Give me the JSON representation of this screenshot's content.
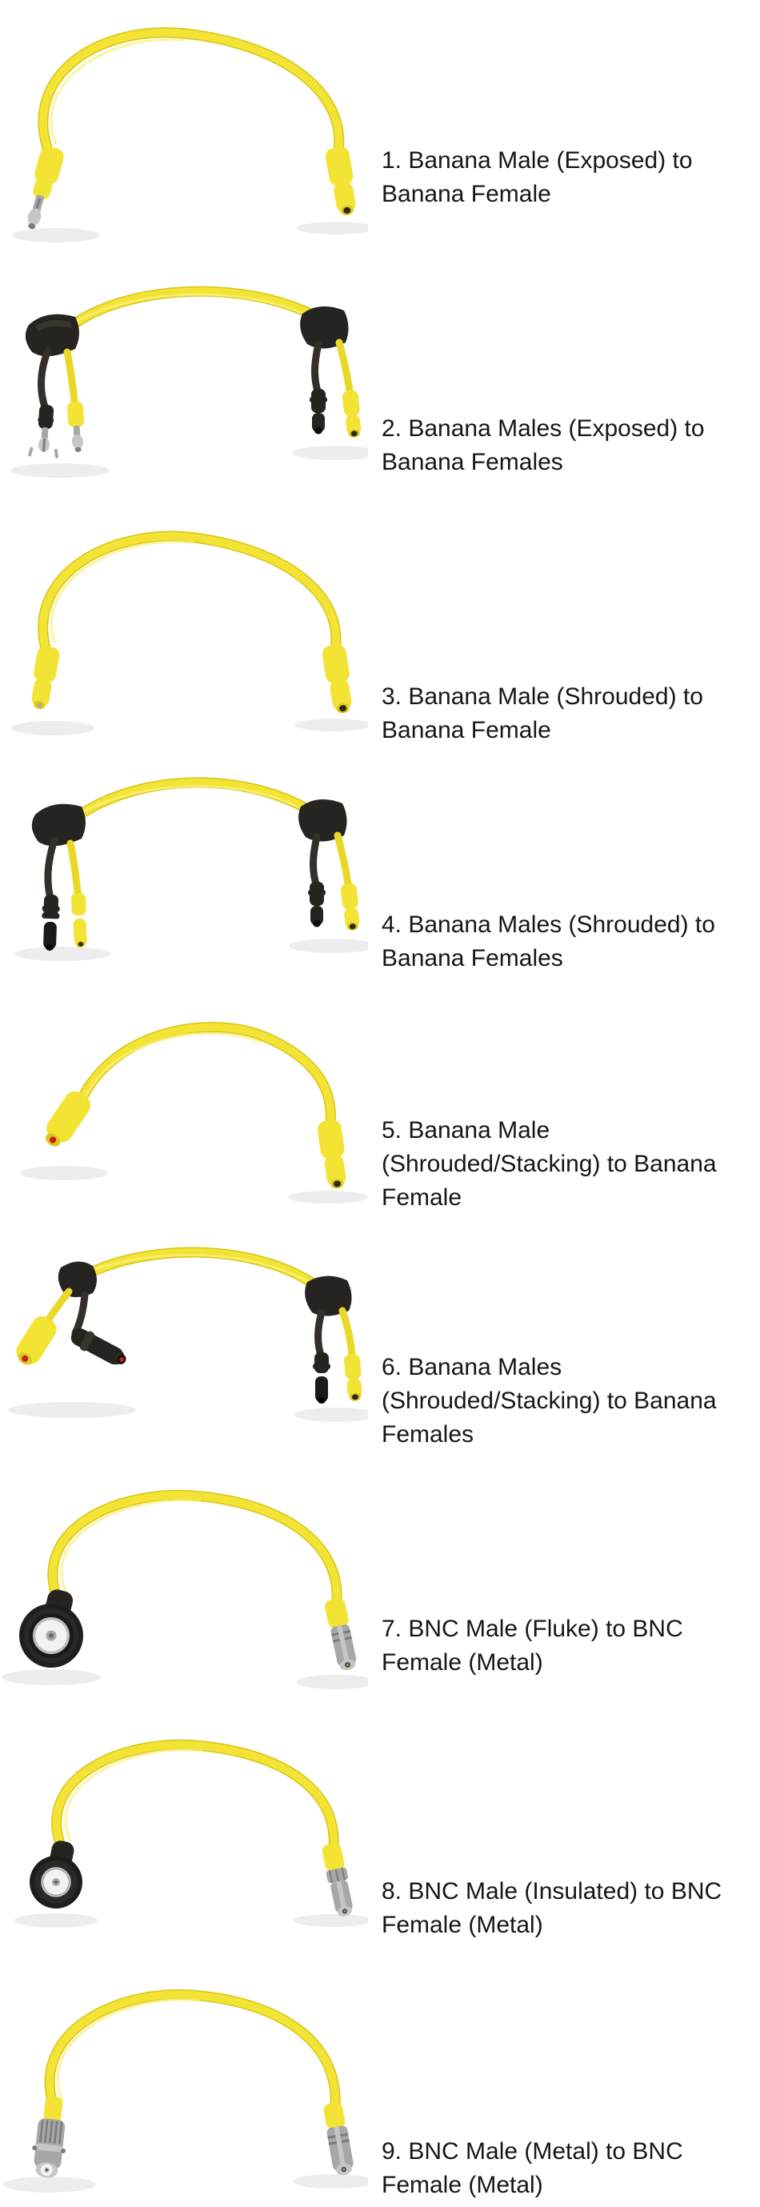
{
  "page": {
    "background": "#ffffff",
    "text_color": "#161616"
  },
  "colors": {
    "cable_yellow": "#f2e334",
    "cable_yellow_dark": "#d8c61b",
    "connector_black": "#262420",
    "metal_gray": "#a7a7a7",
    "insulator_white": "#f3f2ee",
    "red_dot": "#cf1d1d"
  },
  "items": [
    {
      "number": "1",
      "label": "1. Banana Male (Exposed) to Banana Female"
    },
    {
      "number": "2",
      "label": "2. Banana Males (Exposed) to Banana Females"
    },
    {
      "number": "3",
      "label": "3. Banana Male (Shrouded) to Banana Female"
    },
    {
      "number": "4",
      "label": "4. Banana Males (Shrouded) to Banana Females"
    },
    {
      "number": "5",
      "label": "5. Banana Male (Shrouded/Stacking) to Banana Female"
    },
    {
      "number": "6",
      "label": "6. Banana Males (Shrouded/Stacking) to Banana Females"
    },
    {
      "number": "7",
      "label": "7. BNC Male (Fluke) to BNC Female (Metal)"
    },
    {
      "number": "8",
      "label": "8. BNC Male (Insulated) to BNC Female (Metal)"
    },
    {
      "number": "9",
      "label": "9. BNC Male (Metal) to BNC Female (Metal)"
    }
  ]
}
